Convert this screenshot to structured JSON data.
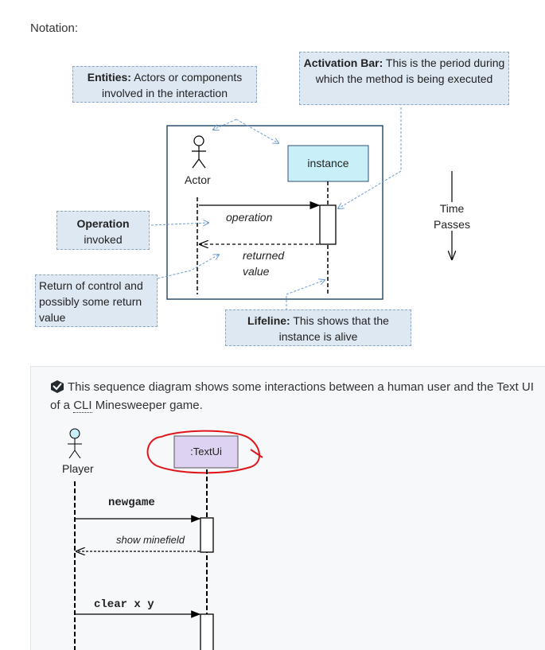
{
  "notation_label": "Notation:",
  "callouts": {
    "entities_bold": "Entities:",
    "entities_text": " Actors or components involved in the interaction",
    "activation_bold": "Activation Bar:",
    "activation_text": " This is the period during which the method is being executed",
    "operation_bold": "Operation",
    "operation_text": "invoked",
    "return_text": "Return of control and possibly some return value",
    "lifeline_bold": "Lifeline:",
    "lifeline_text": " This shows that the instance is alive"
  },
  "notation_diagram": {
    "actor_label": "Actor",
    "instance_label": "instance",
    "operation_label": "operation",
    "returned_label_1": "returned",
    "returned_label_2": "value",
    "time_label_1": "Time",
    "time_label_2": "Passes"
  },
  "example": {
    "description_pre": "This sequence diagram shows some interactions between a human user and the Text UI of a ",
    "description_cli": "CLI",
    "description_post": " Minesweeper game.",
    "player_label": "Player",
    "textui_label": ":TextUi",
    "msg1": "newgame",
    "msg1_return": "show minefield",
    "msg2": "clear x y"
  },
  "colors": {
    "callout_bg": "#dde8f3",
    "instance_box": "#c9f0f8",
    "textui_box": "#ded2f3",
    "annotation_red": "#e0161b",
    "dashed_connector": "#6d9bd1"
  }
}
